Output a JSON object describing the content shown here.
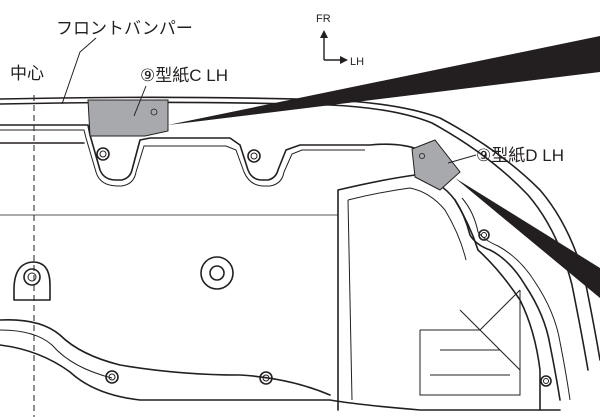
{
  "labels": {
    "part_name": "フロントバンパー",
    "center": "中心",
    "template_c": "⑨型紙C LH",
    "template_d": "⑨型紙D LH"
  },
  "orientation": {
    "forward": "FR",
    "side": "LH"
  },
  "colors": {
    "line": "#231f20",
    "template_patch": "#a7a9ac",
    "background": "#ffffff"
  }
}
